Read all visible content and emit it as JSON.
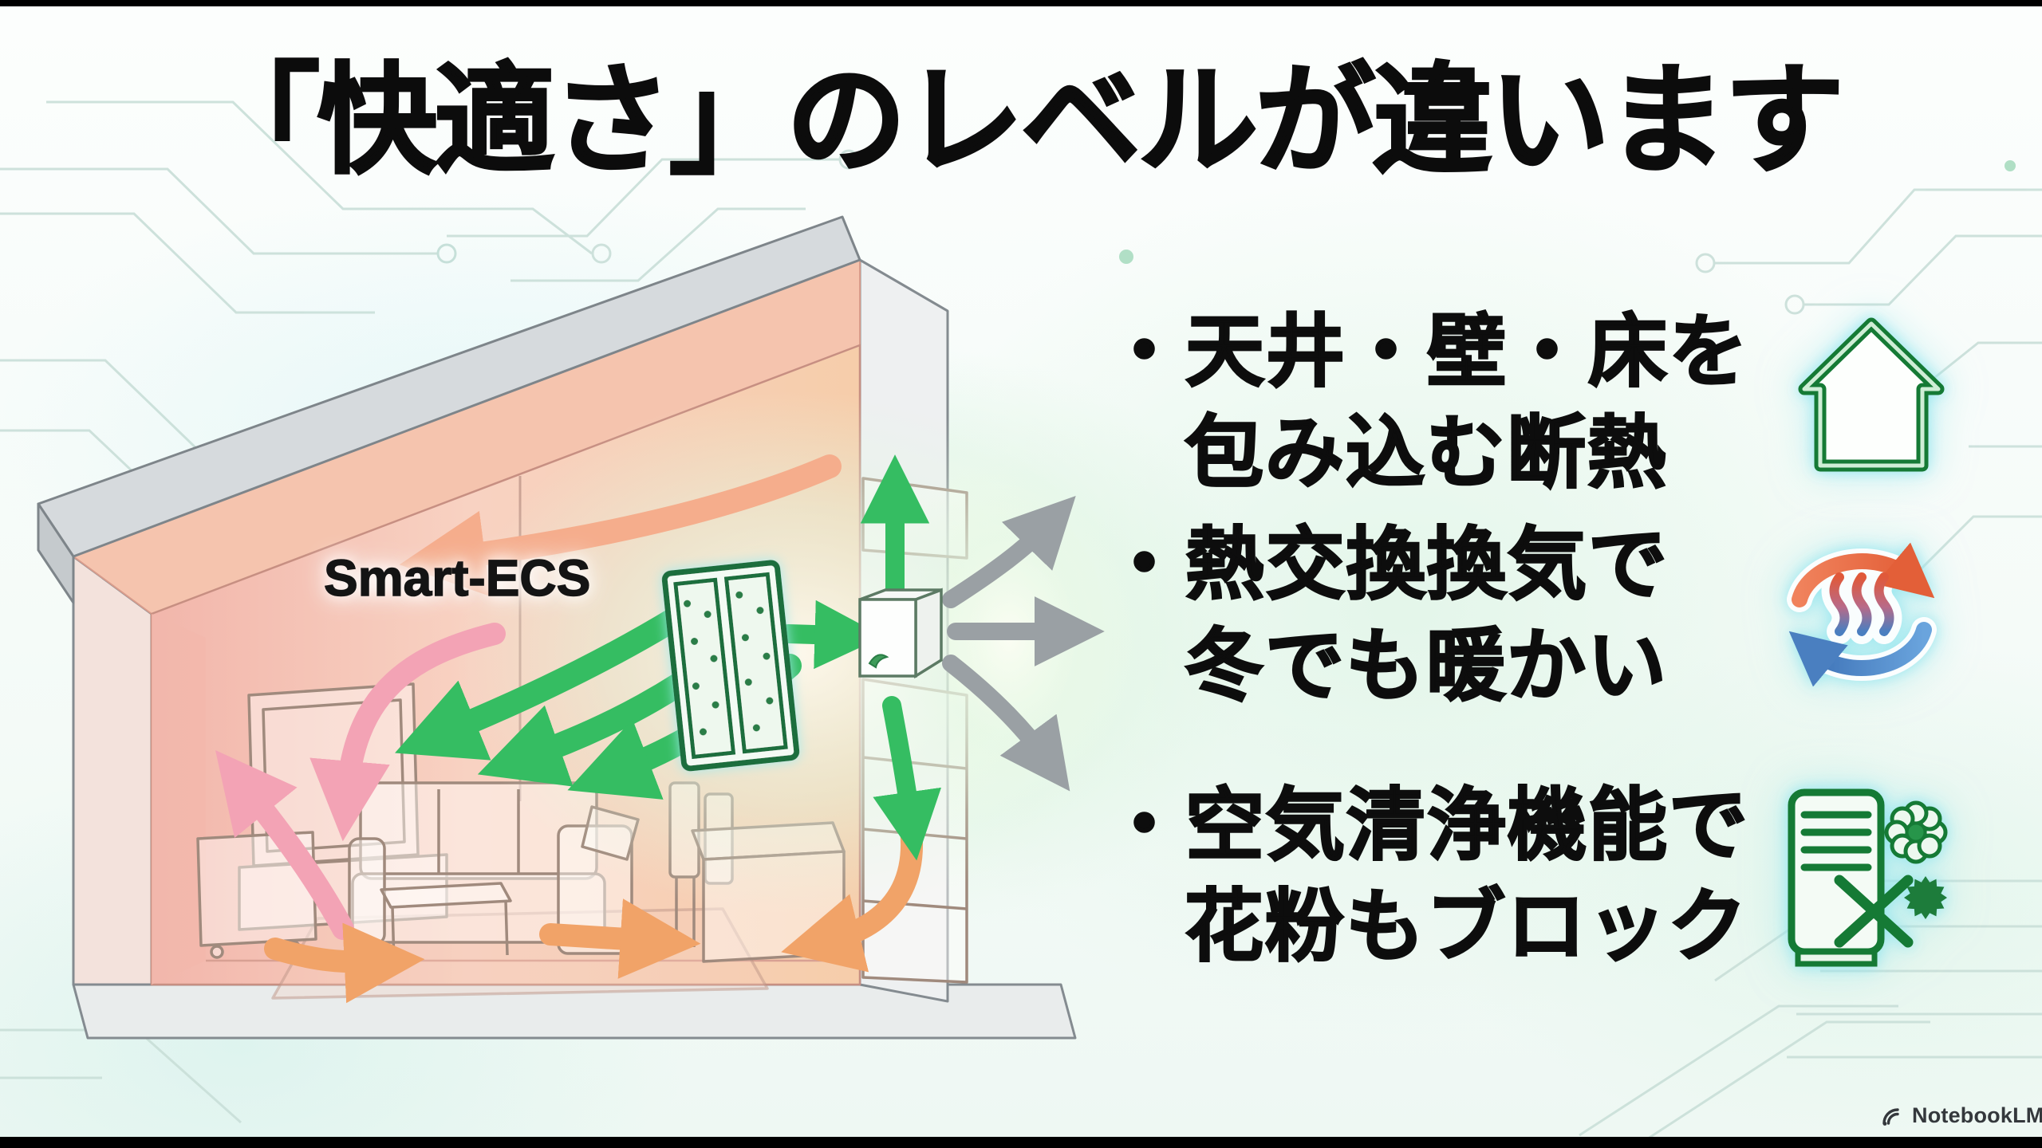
{
  "slide": {
    "title": "「快適さ」のレベルが違います",
    "house_label": "Smart-ECS",
    "bullets": [
      {
        "line1": "・天井・壁・床を",
        "line2": "包み込む断熱"
      },
      {
        "line1": "・熱交換換気で",
        "line2": "冬でも暖かい"
      },
      {
        "line1": "・空気清浄機能で",
        "line2": "花粉もブロック"
      }
    ],
    "icons": [
      {
        "name": "insulated-house-icon"
      },
      {
        "name": "heat-exchange-icon"
      },
      {
        "name": "air-purifier-pollen-icon"
      }
    ],
    "watermark": "NotebookLM",
    "colors": {
      "text_black": "#0c0c0c",
      "arrow_green": "#35bd62",
      "arrow_pink": "#f3a3b5",
      "arrow_orange": "#f1a368",
      "arrow_gray": "#9aa0a4",
      "icon_green": "#157a35",
      "heat_orange": "#e35f38",
      "heat_blue": "#4a7fc0",
      "interior_warm": "#f6c6b4"
    }
  }
}
